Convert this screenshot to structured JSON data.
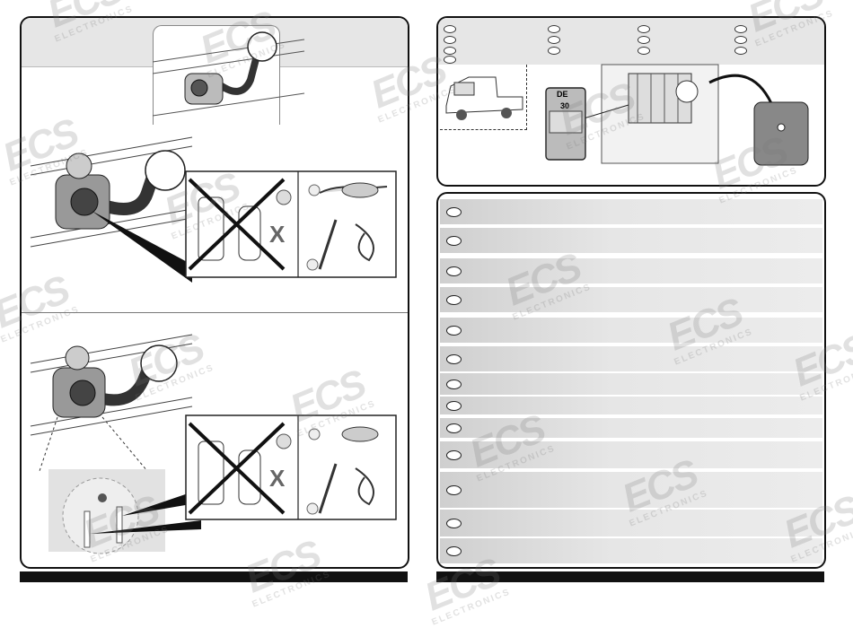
{
  "fuse": {
    "label_top": "DE",
    "label_bottom": "30"
  },
  "watermark": {
    "brand": "ECS",
    "subtitle": "ELECTRONICS"
  },
  "instruction_rows": 13
}
